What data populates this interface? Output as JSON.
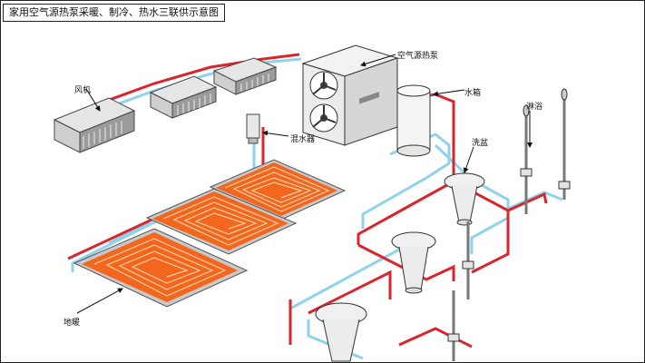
{
  "title": "家用空气源热泵采暖、制冷、热水三联供示意图",
  "labels": {
    "heat_pump": "空气源热泵",
    "water_tank": "水箱",
    "fan_coil": "风机",
    "mixing_valve": "混水器",
    "floor_heating": "地暖",
    "wash_basin": "洗盆",
    "shower": "淋浴"
  },
  "colors": {
    "hot_pipe": "#d9262c",
    "cold_pipe": "#8fd3ea",
    "heating_coil": "#f2661e",
    "panel": "#b8b8b8"
  }
}
